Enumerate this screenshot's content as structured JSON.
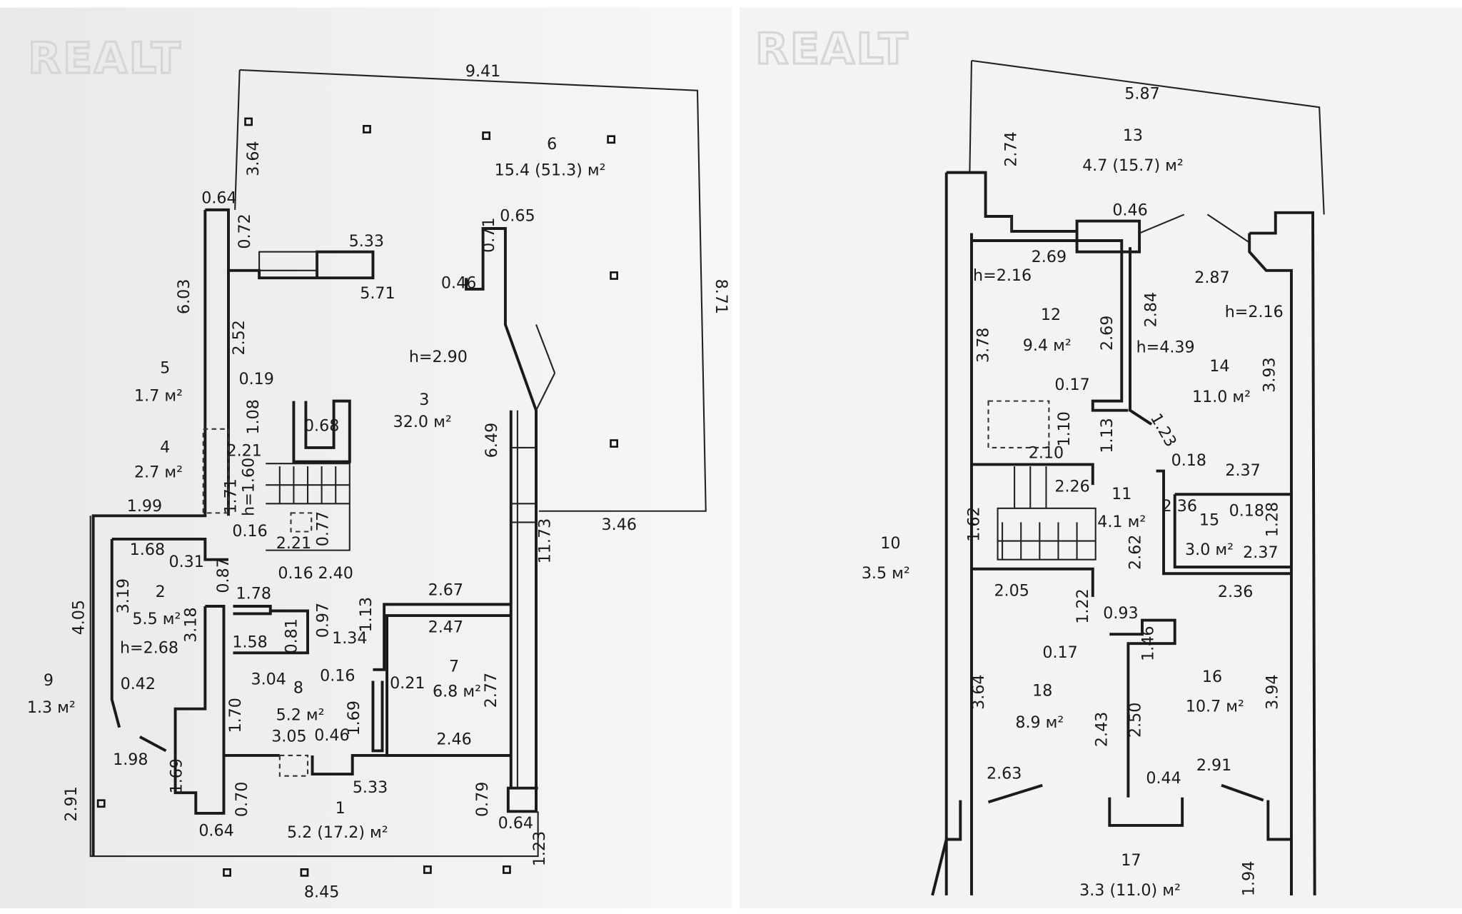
{
  "watermark": "REALT",
  "plan_left": {
    "labels": [
      "9.41",
      "3.64",
      "6",
      "15.4 (51.3) м²",
      "0.64",
      "0.72",
      "5.33",
      "0.71",
      "0.65",
      "6.03",
      "5.71",
      "0.46",
      "8.71",
      "2.52",
      "h=2.90",
      "5",
      "1.7 м²",
      "0.19",
      "1.08",
      "0.68",
      "3",
      "32.0 м²",
      "2.21",
      "6.49",
      "4",
      "2.7 м²",
      "h=1.60",
      "1.71",
      "1.99",
      "0.16",
      "0.77",
      "2.21",
      "11.73",
      "3.46",
      "1.68",
      "0.31",
      "0.16",
      "2.40",
      "0.87",
      "3.19",
      "2",
      "5.5 м²",
      "1.78",
      "4.05",
      "3.18",
      "2.67",
      "1.13",
      "0.97",
      "2.47",
      "h=2.68",
      "1.58",
      "0.81",
      "1.34",
      "9",
      "1.3 м²",
      "0.42",
      "3.04",
      "8",
      "5.2 м²",
      "0.16",
      "0.21",
      "7",
      "6.8 м²",
      "2.77",
      "1.70",
      "1.69",
      "3.05",
      "0.46",
      "2.46",
      "1.98",
      "1.69",
      "5.33",
      "0.70",
      "0.79",
      "2.91",
      "1",
      "5.2 (17.2) м²",
      "0.64",
      "0.64",
      "1.23",
      "8.45"
    ]
  },
  "plan_right": {
    "labels": [
      "5.87",
      "2.74",
      "13",
      "4.7 (15.7) м²",
      "0.46",
      "2.69",
      "2.87",
      "h=2.16",
      "h=2.16",
      "2.84",
      "3.78",
      "12",
      "9.4 м²",
      "2.69",
      "h=4.39",
      "14",
      "11.0 м²",
      "3.93",
      "0.17",
      "1.10",
      "1.23",
      "2.10",
      "1.13",
      "0.18",
      "2.37",
      "2.26",
      "11",
      "4.1 м²",
      "2.36",
      "15",
      "0.18",
      "1.28",
      "10",
      "3.5 м²",
      "1.62",
      "2.62",
      "3.0 м²",
      "2.37",
      "2.05",
      "2.36",
      "1.22",
      "0.93",
      "1.46",
      "0.17",
      "16",
      "10.7 м²",
      "3.64",
      "18",
      "8.9 м²",
      "3.94",
      "2.43",
      "2.50",
      "2.63",
      "0.44",
      "2.91",
      "17",
      "3.3 (11.0) м²",
      "1.94"
    ]
  }
}
